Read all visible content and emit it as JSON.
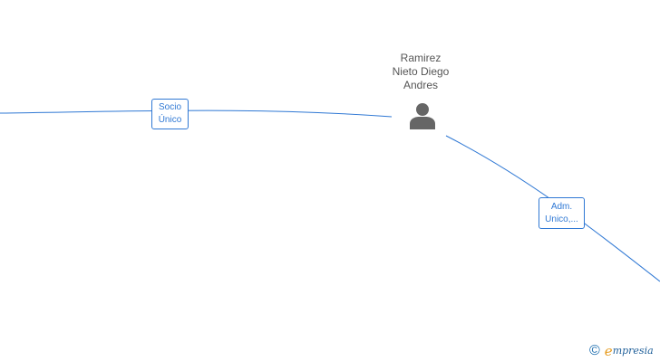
{
  "person": {
    "name_lines": [
      "Ramirez",
      "Nieto Diego",
      "Andres"
    ],
    "icon": "person-icon"
  },
  "relations": [
    {
      "label_lines": [
        "Socio",
        "Único"
      ]
    },
    {
      "label_lines": [
        "Adm.",
        "Unico,..."
      ]
    }
  ],
  "branding": {
    "copyright_symbol": "©",
    "brand_initial": "e",
    "brand_rest": "mpresia"
  },
  "colors": {
    "link": "#2f78d4",
    "person_icon": "#666666",
    "person_text": "#555555",
    "brand_accent": "#e69b1e",
    "brand_main": "#1f5f99"
  }
}
